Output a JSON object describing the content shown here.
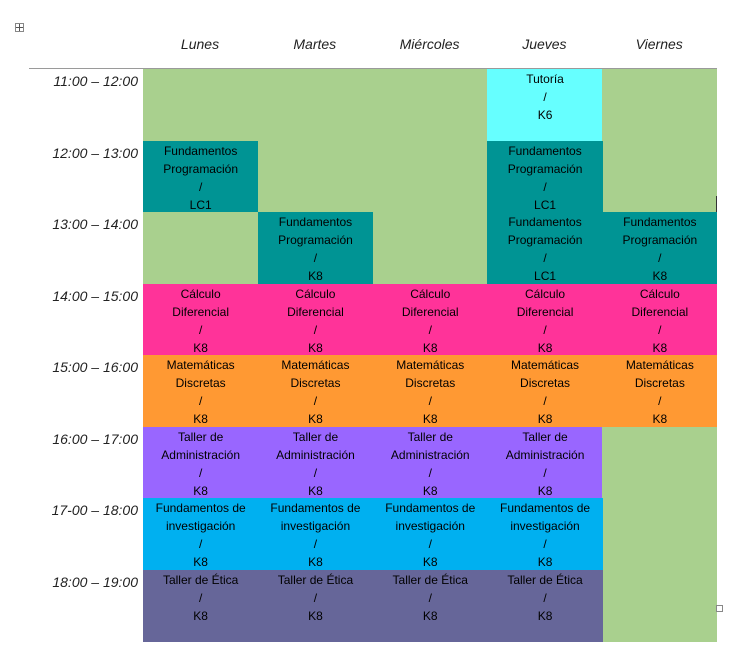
{
  "days": [
    "Lunes",
    "Martes",
    "Miércoles",
    "Jueves",
    "Viernes"
  ],
  "times": [
    "11:00 – 12:00",
    "12:00 – 13:00",
    "13:00 – 14:00",
    "14:00 – 15:00",
    "15:00 – 16:00",
    "16:00 – 17:00",
    "17-00 – 18:00",
    "18:00 – 19:00"
  ],
  "colors": {
    "empty": "#a9d08e",
    "tutoria": "#66ffff",
    "fundamentos_programacion": "#009494",
    "calculo": "#ff3399",
    "matematicas": "#ff9933",
    "taller_administracion": "#9966ff",
    "fundamentos_investigacion": "#00b0f0",
    "taller_etica": "#666699"
  },
  "cells": [
    {
      "day": 0,
      "row": 0,
      "span": 1,
      "color": "empty",
      "lines": []
    },
    {
      "day": 1,
      "row": 0,
      "span": 2,
      "color": "empty",
      "lines": []
    },
    {
      "day": 2,
      "row": 0,
      "span": 3,
      "color": "empty",
      "lines": []
    },
    {
      "day": 3,
      "row": 0,
      "span": 1,
      "color": "tutoria",
      "lines": [
        "Tutoría",
        "/",
        "K6"
      ]
    },
    {
      "day": 4,
      "row": 0,
      "span": 2,
      "color": "empty",
      "lines": []
    },
    {
      "day": 0,
      "row": 1,
      "span": 1,
      "color": "fundamentos_programacion",
      "lines": [
        "Fundamentos",
        "Programación",
        "/",
        "LC1"
      ]
    },
    {
      "day": 3,
      "row": 1,
      "span": 1,
      "color": "fundamentos_programacion",
      "lines": [
        "Fundamentos",
        "Programación",
        "/",
        "LC1"
      ]
    },
    {
      "day": 0,
      "row": 2,
      "span": 1,
      "color": "empty",
      "lines": []
    },
    {
      "day": 1,
      "row": 2,
      "span": 1,
      "color": "fundamentos_programacion",
      "lines": [
        "Fundamentos",
        "Programación",
        "/",
        "K8"
      ]
    },
    {
      "day": 3,
      "row": 2,
      "span": 1,
      "color": "fundamentos_programacion",
      "lines": [
        "Fundamentos",
        "Programación",
        "/",
        "LC1"
      ]
    },
    {
      "day": 4,
      "row": 2,
      "span": 1,
      "color": "fundamentos_programacion",
      "lines": [
        "Fundamentos",
        "Programación",
        "/",
        "K8"
      ]
    },
    {
      "day": 0,
      "row": 3,
      "span": 1,
      "color": "calculo",
      "lines": [
        "Cálculo",
        "Diferencial",
        "/",
        "K8"
      ]
    },
    {
      "day": 1,
      "row": 3,
      "span": 1,
      "color": "calculo",
      "lines": [
        "Cálculo",
        "Diferencial",
        "/",
        "K8"
      ]
    },
    {
      "day": 2,
      "row": 3,
      "span": 1,
      "color": "calculo",
      "lines": [
        "Cálculo",
        "Diferencial",
        "/",
        "K8"
      ]
    },
    {
      "day": 3,
      "row": 3,
      "span": 1,
      "color": "calculo",
      "lines": [
        "Cálculo",
        "Diferencial",
        "/",
        "K8"
      ]
    },
    {
      "day": 4,
      "row": 3,
      "span": 1,
      "color": "calculo",
      "lines": [
        "Cálculo",
        "Diferencial",
        "/",
        "K8"
      ]
    },
    {
      "day": 0,
      "row": 4,
      "span": 1,
      "color": "matematicas",
      "lines": [
        "Matemáticas",
        "Discretas",
        "/",
        "K8"
      ]
    },
    {
      "day": 1,
      "row": 4,
      "span": 1,
      "color": "matematicas",
      "lines": [
        "Matemáticas",
        "Discretas",
        "/",
        "K8"
      ]
    },
    {
      "day": 2,
      "row": 4,
      "span": 1,
      "color": "matematicas",
      "lines": [
        "Matemáticas",
        "Discretas",
        "/",
        "K8"
      ]
    },
    {
      "day": 3,
      "row": 4,
      "span": 1,
      "color": "matematicas",
      "lines": [
        "Matemáticas",
        "Discretas",
        "/",
        "K8"
      ]
    },
    {
      "day": 4,
      "row": 4,
      "span": 1,
      "color": "matematicas",
      "lines": [
        "Matemáticas",
        "Discretas",
        "/",
        "K8"
      ]
    },
    {
      "day": 0,
      "row": 5,
      "span": 1,
      "color": "taller_administracion",
      "lines": [
        "Taller de",
        "Administración",
        "/",
        "K8"
      ]
    },
    {
      "day": 1,
      "row": 5,
      "span": 1,
      "color": "taller_administracion",
      "lines": [
        "Taller de",
        "Administración",
        "/",
        "K8"
      ]
    },
    {
      "day": 2,
      "row": 5,
      "span": 1,
      "color": "taller_administracion",
      "lines": [
        "Taller de",
        "Administración",
        "/",
        "K8"
      ]
    },
    {
      "day": 3,
      "row": 5,
      "span": 1,
      "color": "taller_administracion",
      "lines": [
        "Taller de",
        "Administración",
        "/",
        "K8"
      ]
    },
    {
      "day": 4,
      "row": 5,
      "span": 3,
      "color": "empty",
      "lines": []
    },
    {
      "day": 0,
      "row": 6,
      "span": 1,
      "color": "fundamentos_investigacion",
      "lines": [
        "Fundamentos de",
        "investigación",
        "/",
        "K8"
      ]
    },
    {
      "day": 1,
      "row": 6,
      "span": 1,
      "color": "fundamentos_investigacion",
      "lines": [
        "Fundamentos de",
        "investigación",
        "/",
        "K8"
      ]
    },
    {
      "day": 2,
      "row": 6,
      "span": 1,
      "color": "fundamentos_investigacion",
      "lines": [
        "Fundamentos de",
        "investigación",
        "/",
        "K8"
      ]
    },
    {
      "day": 3,
      "row": 6,
      "span": 1,
      "color": "fundamentos_investigacion",
      "lines": [
        "Fundamentos de",
        "investigación",
        "/",
        "K8"
      ]
    },
    {
      "day": 0,
      "row": 7,
      "span": 1,
      "color": "taller_etica",
      "lines": [
        "Taller de Ética",
        "/",
        "K8"
      ]
    },
    {
      "day": 1,
      "row": 7,
      "span": 1,
      "color": "taller_etica",
      "lines": [
        "Taller de Ética",
        "/",
        "K8"
      ]
    },
    {
      "day": 2,
      "row": 7,
      "span": 1,
      "color": "taller_etica",
      "lines": [
        "Taller de Ética",
        "/",
        "K8"
      ]
    },
    {
      "day": 3,
      "row": 7,
      "span": 1,
      "color": "taller_etica",
      "lines": [
        "Taller de Ética",
        "/",
        "K8"
      ]
    }
  ]
}
